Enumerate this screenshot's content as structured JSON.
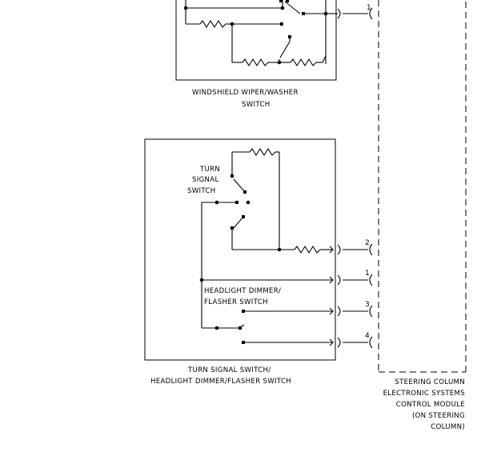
{
  "labels": {
    "wiper_switch_line1": "WINDSHIELD WIPER/WASHER",
    "wiper_switch_line2": "SWITCH",
    "turn_signal_switch_line1": "TURN",
    "turn_signal_switch_line2": "SIGNAL",
    "turn_signal_switch_line3": "SWITCH",
    "headlight_dimmer_line1": "HEADLIGHT DIMMER/",
    "headlight_dimmer_line2": "FLASHER SWITCH",
    "lower_switch_line1": "TURN SIGNAL SWITCH/",
    "lower_switch_line2": "HEADLIGHT DIMMER/FLASHER SWITCH",
    "module_line1": "STEERING COLUMN",
    "module_line2": "ELECTRONIC SYSTEMS",
    "module_line3": "CONTROL MODULE",
    "module_line4": "(ON STEERING",
    "module_line5": "COLUMN)"
  },
  "pins": {
    "wiper_pin": "1",
    "pin_a": "2",
    "pin_b": "1",
    "pin_c": "3",
    "pin_d": "4"
  }
}
